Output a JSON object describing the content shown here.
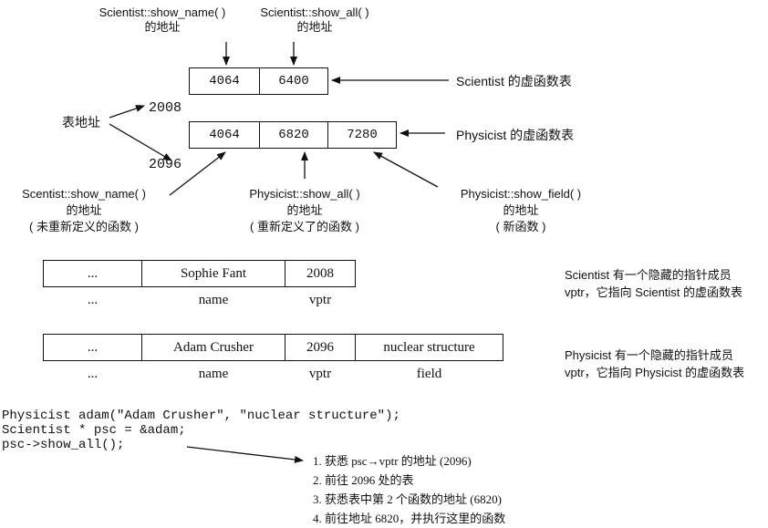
{
  "top_labels": {
    "sci_show_name": [
      "Scientist::show_name( )",
      "的地址"
    ],
    "sci_show_all": [
      "Scientist::show_all( )",
      "的地址"
    ]
  },
  "sci_vtable": {
    "cells": [
      "4064",
      "6400"
    ],
    "caption": "Scientist 的虚函数表"
  },
  "phy_vtable": {
    "cells": [
      "4064",
      "6820",
      "7280"
    ],
    "caption": "Physicist 的虚函数表"
  },
  "addresses": {
    "table_addr_label": "表地址",
    "addr1": "2008",
    "addr2": "2096"
  },
  "bottom_labels": {
    "left": [
      "Scentist::show_name( )",
      "的地址",
      "( 未重新定义的函数 )"
    ],
    "middle": [
      "Physicist::show_all( )",
      "的地址",
      "( 重新定义了的函数 )"
    ],
    "right": [
      "Physicist::show_field( )",
      "的地址",
      "( 新函数 )"
    ]
  },
  "sophie_object": {
    "cells": [
      "...",
      "Sophie Fant",
      "2008"
    ],
    "captions": [
      "...",
      "name",
      "vptr"
    ],
    "note": "Scientist 有一个隐藏的指针成员 vptr，它指向 Scientist 的虚函数表"
  },
  "adam_object": {
    "cells": [
      "...",
      "Adam Crusher",
      "2096",
      "nuclear structure"
    ],
    "captions": [
      "...",
      "name",
      "vptr",
      "field"
    ],
    "note": "Physicist 有一个隐藏的指针成员 vptr，它指向 Physicist 的虚函数表"
  },
  "code_lines": [
    "Physicist adam(\"Adam Crusher\", \"nuclear structure\");",
    "Scientist * psc = &adam;",
    "psc->show_all();"
  ],
  "steps": [
    "1. 获悉 psc→vptr 的地址 (2096)",
    "2. 前往 2096 处的表",
    "3. 获悉表中第 2 个函数的地址 (6820)",
    "4. 前往地址 6820，并执行这里的函数"
  ]
}
